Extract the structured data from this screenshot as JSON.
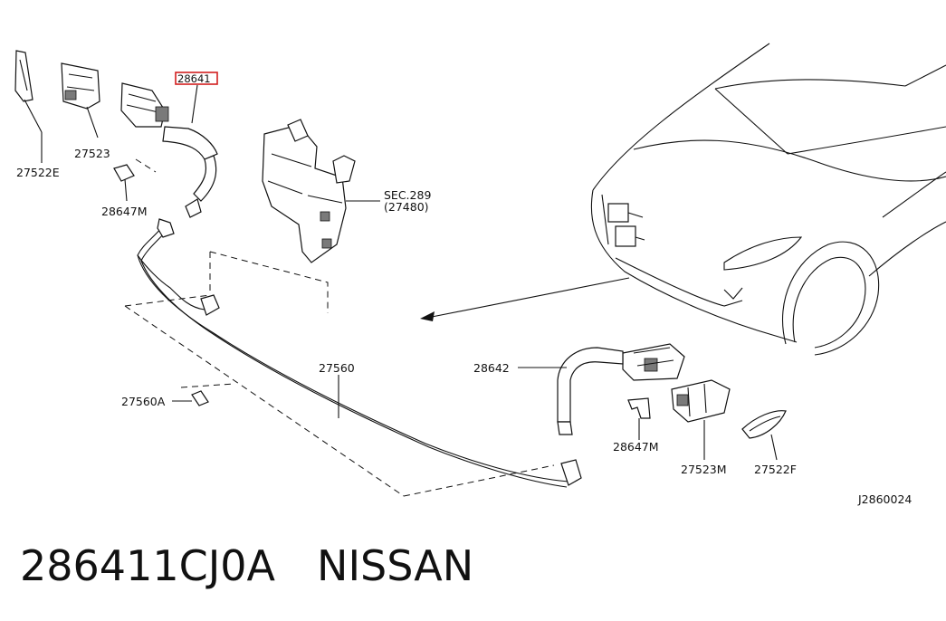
{
  "callouts": {
    "c27522E": "27522E",
    "c27523": "27523",
    "c28641": "28641",
    "c28647M_a": "28647M",
    "c28647M_b": "28647M",
    "sec289_a": "SEC.289",
    "sec289_b": "(27480)",
    "c27560": "27560",
    "c27560A": "27560A",
    "c28642": "28642",
    "c27523M": "27523M",
    "c27522F": "27522F",
    "diagram_code": "J2860024"
  },
  "caption": {
    "part_number": "286411CJ0A",
    "brand": "NISSAN"
  },
  "colors": {
    "highlight": "#d21f1f",
    "ink": "#111111",
    "background": "#ffffff"
  }
}
